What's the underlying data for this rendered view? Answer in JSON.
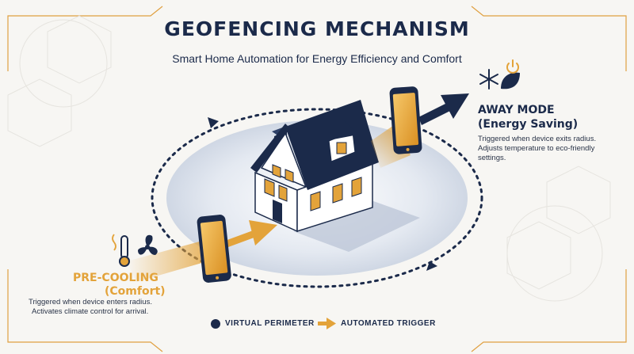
{
  "header": {
    "title": "GEOFENCING MECHANISM",
    "subtitle": "Smart Home Automation for Energy Efficiency and Comfort"
  },
  "away_mode": {
    "title": "AWAY MODE",
    "subtitle": "(Energy Saving)",
    "description_line1": "Triggered when device exits radius.",
    "description_line2": "Adjusts temperature to eco-friendly",
    "description_line3": "settings.",
    "icons": [
      "snowflake-icon",
      "leaf-icon",
      "power-icon"
    ]
  },
  "pre_cooling": {
    "title": "PRE-COOLING",
    "subtitle": "(Comfort)",
    "description_line1": "Triggered when device enters radius.",
    "description_line2": "Activates climate control for arrival.",
    "icons": [
      "thermometer-icon",
      "fan-icon"
    ]
  },
  "legend": {
    "perimeter_label": "VIRTUAL PERIMETER",
    "trigger_label": "AUTOMATED TRIGGER"
  },
  "colors": {
    "navy": "#1b2a4a",
    "gold": "#e3a33a",
    "background": "#f7f6f3"
  }
}
